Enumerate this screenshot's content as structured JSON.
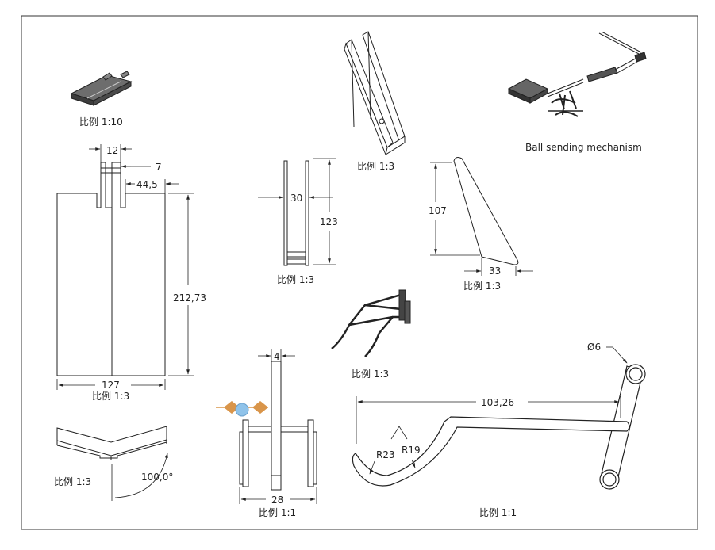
{
  "title": "Ball sending mechanism",
  "scales": {
    "s1_10": "比例 1:10",
    "s1_3": "比例 1:3",
    "s1_1": "比例 1:1"
  },
  "dims": {
    "paddle_width_top": "12",
    "paddle_slot": "7",
    "paddle_offset": "44,5",
    "paddle_height": "212,73",
    "paddle_width": "127",
    "paddle_bend_angle": "100,0°",
    "frame_inner": "30",
    "frame_height": "123",
    "tri_height": "107",
    "tri_base": "33",
    "shaft_thickness": "4",
    "shaft_width": "28",
    "arm_length": "103,26",
    "arm_hole_dia": "Ø6",
    "arm_r_outer": "R23",
    "arm_r_inner": "R19"
  },
  "colors": {
    "stroke": "#222222",
    "grip_orange": "#d9954a",
    "grip_blue": "#8fc3ea"
  }
}
